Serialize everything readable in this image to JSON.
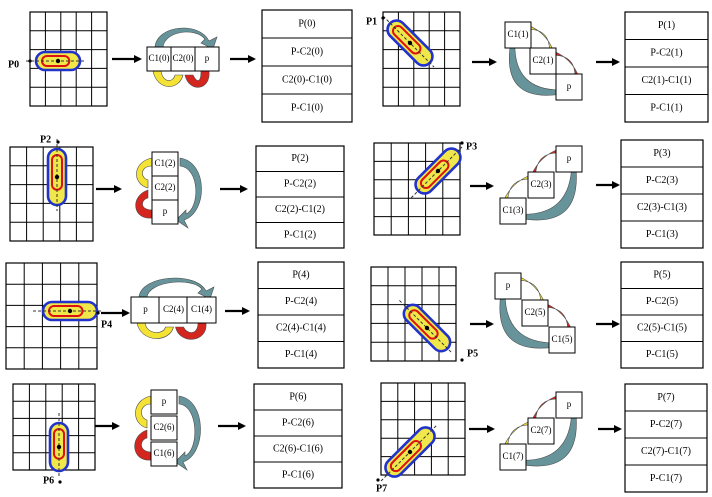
{
  "colors": {
    "grid": "#000000",
    "outer_loop": "#2233cc",
    "inner_loop": "#dd1111",
    "fill": "#f0e84a",
    "arrow_teal": "#5f8f95",
    "arrow_yellow": "#f4e22a",
    "arrow_red": "#d21a12",
    "flow_arrow": "#000000"
  },
  "panels": [
    {
      "id": "p0",
      "pattern": "P0",
      "cells": [
        "C1(0)",
        "C2(0)",
        "p"
      ],
      "stack": [
        "P(0)",
        "P-C2(0)",
        "C2(0)-C1(0)",
        "P-C1(0)"
      ]
    },
    {
      "id": "p1",
      "pattern": "P1",
      "cells": [
        "C1(1)",
        "C2(1)",
        "p"
      ],
      "stack": [
        "P(1)",
        "P-C2(1)",
        "C2(1)-C1(1)",
        "P-C1(1)"
      ]
    },
    {
      "id": "p2",
      "pattern": "P2",
      "cells": [
        "C1(2)",
        "C2(2)",
        "p"
      ],
      "stack": [
        "P(2)",
        "P-C2(2)",
        "C2(2)-C1(2)",
        "P-C1(2)"
      ]
    },
    {
      "id": "p3",
      "pattern": "P3",
      "cells": [
        "C1(3)",
        "C2(3)",
        "p"
      ],
      "stack": [
        "P(3)",
        "P-C2(3)",
        "C2(3)-C1(3)",
        "P-C1(3)"
      ]
    },
    {
      "id": "p4",
      "pattern": "P4",
      "cells": [
        "p",
        "C2(4)",
        "C1(4)"
      ],
      "stack": [
        "P(4)",
        "P-C2(4)",
        "C2(4)-C1(4)",
        "P-C1(4)"
      ]
    },
    {
      "id": "p5",
      "pattern": "P5",
      "cells": [
        "p",
        "C2(5)",
        "C1(5)"
      ],
      "stack": [
        "P(5)",
        "P-C2(5)",
        "C2(5)-C1(5)",
        "P-C1(5)"
      ]
    },
    {
      "id": "p6",
      "pattern": "P6",
      "cells": [
        "p",
        "C2(6)",
        "C1(6)"
      ],
      "stack": [
        "P(6)",
        "P-C2(6)",
        "C2(6)-C1(6)",
        "P-C1(6)"
      ]
    },
    {
      "id": "p7",
      "pattern": "P7",
      "cells": [
        "C1(7)",
        "C2(7)",
        "p"
      ],
      "stack": [
        "P(7)",
        "P-C2(7)",
        "C2(7)-C1(7)",
        "P-C1(7)"
      ]
    }
  ]
}
